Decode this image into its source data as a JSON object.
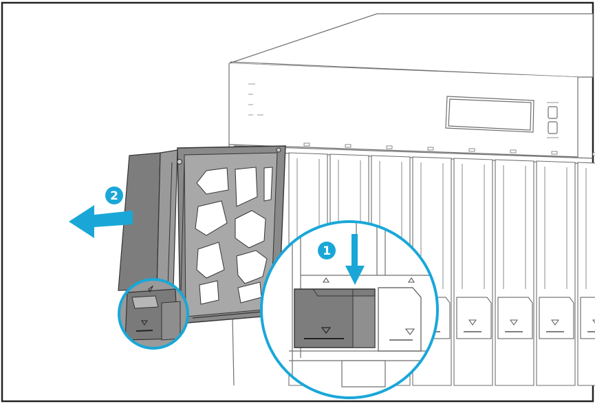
{
  "figure": {
    "steps": [
      {
        "label": "1",
        "action": "press-latch-down"
      },
      {
        "label": "2",
        "action": "pull-tray-out"
      }
    ],
    "colors": {
      "accent": "#1aa7d8",
      "frame": "#222222",
      "tray_dark": "#7d7d7d",
      "tray_light": "#a8a8a8",
      "chassis_line": "#6e6e6e"
    },
    "icons": {
      "arrow_out": "arrow-left-icon",
      "arrow_press": "arrow-down-icon",
      "latch_symbol": "triangle-icon"
    }
  }
}
